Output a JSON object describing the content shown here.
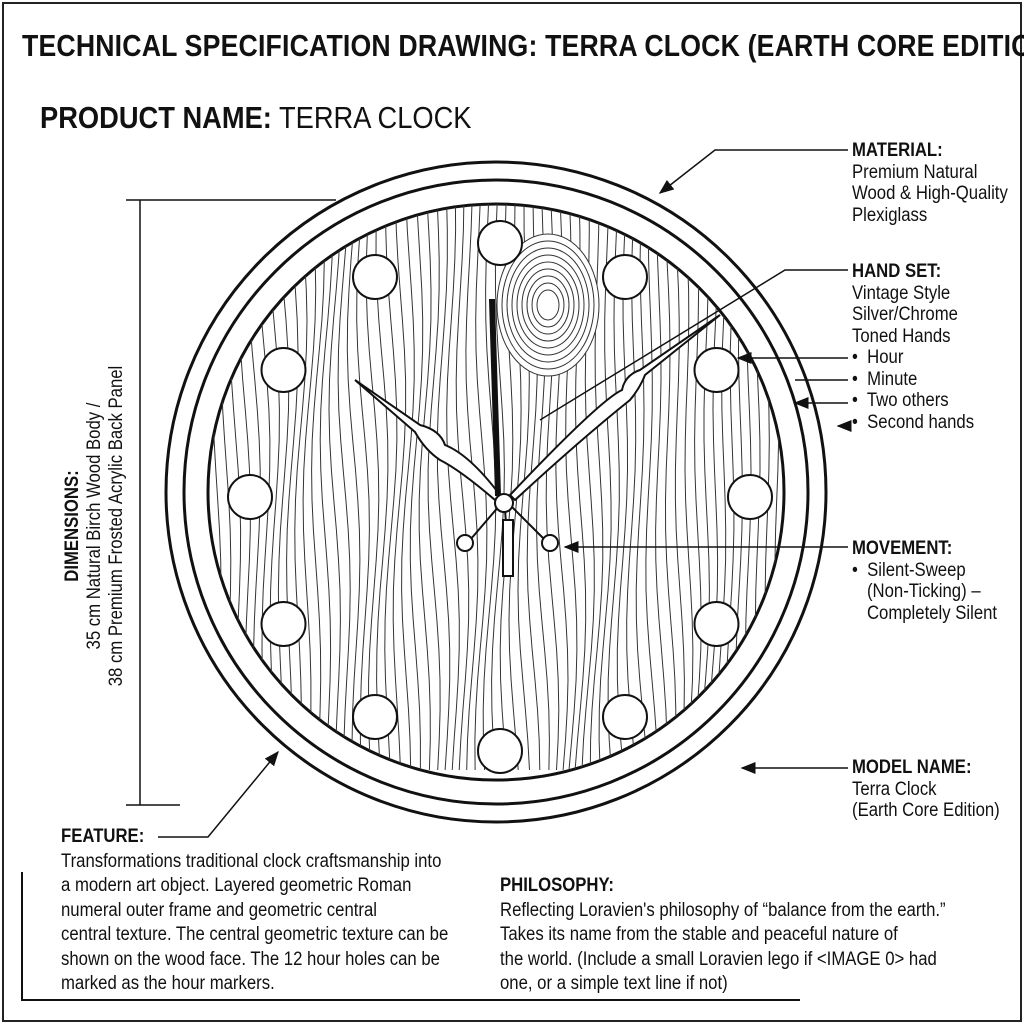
{
  "title": "TECHNICAL SPECIFICATION DRAWING: TERRA CLOCK (EARTH CORE EDITION)",
  "product": {
    "label": "PRODUCT NAME:",
    "value": "TERRA CLOCK"
  },
  "material": {
    "heading": "MATERIAL:",
    "lines": [
      "Premium Natural",
      "Wood & High-Quality",
      "Plexiglass"
    ]
  },
  "hand_set": {
    "heading": "HAND SET:",
    "lines": [
      "Vintage Style",
      "Silver/Chrome",
      "Toned Hands"
    ],
    "items": [
      "Hour",
      "Minute",
      "Two others",
      "Second hands"
    ]
  },
  "movement": {
    "heading": "MOVEMENT:",
    "lines": [
      "Silent-Sweep",
      "(Non-Ticking) –",
      "Completely Silent"
    ]
  },
  "model": {
    "heading": "MODEL NAME:",
    "lines": [
      "Terra Clock",
      "(Earth Core Edition)"
    ]
  },
  "dimensions": {
    "heading": "DIMENSIONS:",
    "lines": [
      "35 cm Natural Birch Wood Body /",
      "38 cm Premium Frosted Acrylic Back Panel"
    ]
  },
  "feature": {
    "heading": "FEATURE:",
    "lines": [
      "Transformations traditional clock craftsmanship into",
      "a modern art object. Layered geometric Roman",
      "numeral outer frame and geometric central",
      "central texture. The central geometric texture can be",
      "shown on the wood face. The 12 hour holes can be",
      "marked as the hour markers."
    ]
  },
  "philosophy": {
    "heading": "PHILOSOPHY:",
    "lines": [
      "Reflecting Loravien's philosophy of “balance from the earth.”",
      "Takes its name from the stable and peaceful nature of",
      "the world. (Include a small Loravien lego if <IMAGE 0> had",
      "one, or a simple text line if not)"
    ]
  },
  "hour_markers": 12
}
